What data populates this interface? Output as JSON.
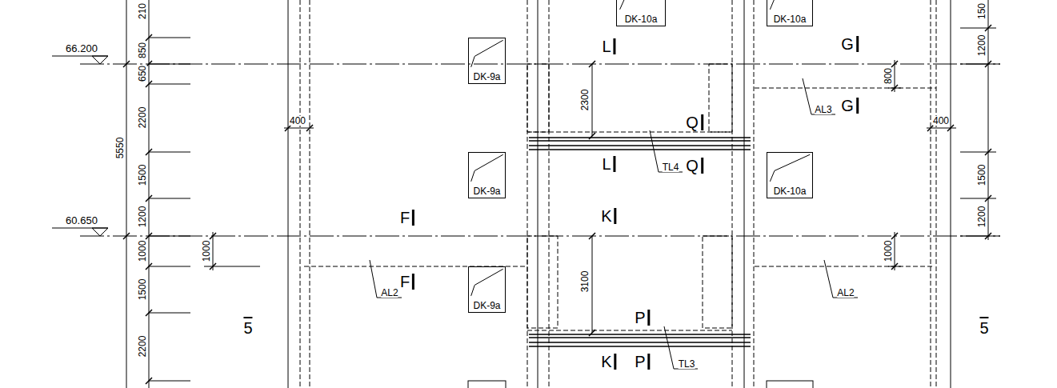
{
  "diagram": {
    "nodes": [
      {
        "text": [
          "DK-10a"
        ]
      },
      {
        "text": [
          "DK-10a"
        ]
      },
      {
        "text": [
          "DK-9a"
        ]
      },
      {
        "text": [
          "DK-9a"
        ]
      },
      {
        "text": [
          "DK-10a"
        ]
      },
      {
        "text": [
          "DK-9a"
        ]
      }
    ],
    "labels": [
      "210",
      "150",
      "L",
      "G",
      "1200",
      "66.200",
      "850",
      "650",
      "800",
      "G",
      "AL3",
      "2300",
      "2200",
      "400",
      "400",
      "Q",
      "5550",
      "L",
      "TL4",
      "Q",
      "1500",
      "1500",
      "F",
      "K",
      "1200",
      "1200",
      "60.650",
      "1000",
      "1000",
      "1000",
      "F",
      "3100",
      "AL2",
      "AL2",
      "1500",
      "P",
      "5",
      "5",
      "2200",
      "K",
      "P",
      "TL3"
    ]
  }
}
